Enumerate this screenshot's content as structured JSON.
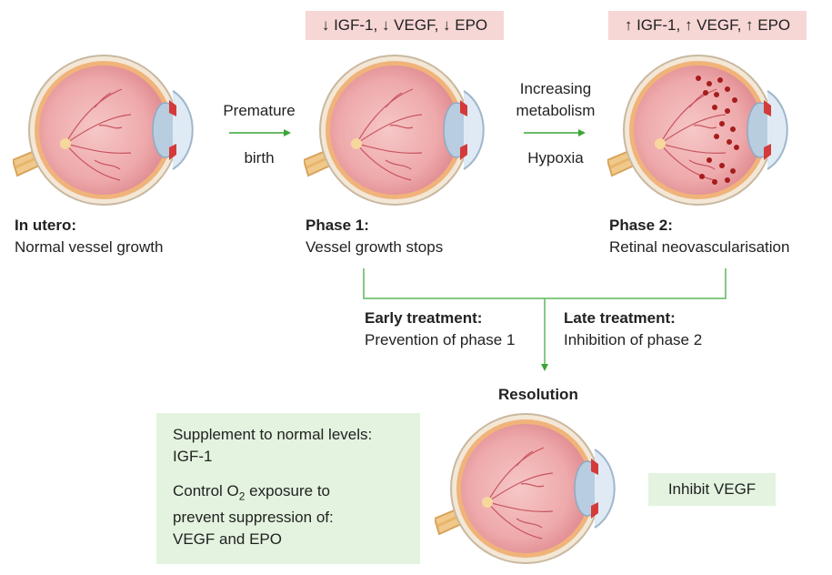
{
  "stages": {
    "utero": {
      "title": "In utero:",
      "desc": "Normal vessel growth"
    },
    "phase1": {
      "title": "Phase 1:",
      "desc": "Vessel growth stops",
      "markers": "↓ IGF-1, ↓ VEGF, ↓ EPO"
    },
    "phase2": {
      "title": "Phase 2:",
      "desc": "Retinal neovascularisation",
      "markers": "↑ IGF-1, ↑ VEGF, ↑ EPO"
    }
  },
  "transitions": {
    "first": {
      "top": "Premature",
      "bottom": "birth"
    },
    "second": {
      "top_line1": "Increasing",
      "top_line2": "metabolism",
      "bottom": "Hypoxia"
    }
  },
  "treatment": {
    "early": {
      "title": "Early treatment:",
      "desc": "Prevention of phase 1"
    },
    "late": {
      "title": "Late treatment:",
      "desc": "Inhibition of phase 2"
    },
    "resolution": "Resolution"
  },
  "early_box": {
    "line1": "Supplement to normal levels:",
    "line2": "IGF-1",
    "line3_pre": "Control O",
    "line3_sub": "2",
    "line3_post": " exposure to",
    "line4": "prevent suppression of:",
    "line5": "VEGF and EPO"
  },
  "late_box": {
    "label": "Inhibit VEGF"
  },
  "colors": {
    "arrow_green": "#3aa535",
    "connector_green": "#5cb85c",
    "pink_box": "#f7d6d6",
    "green_box": "#e3f3df",
    "hemorrhage": "#a61c1c"
  }
}
